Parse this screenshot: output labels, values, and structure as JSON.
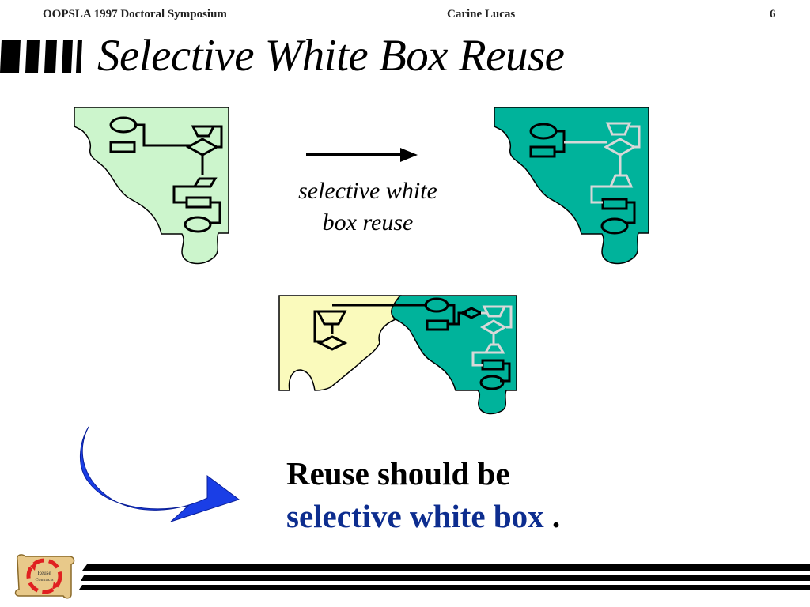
{
  "header": {
    "left": "OOPSLA 1997 Doctoral Symposium",
    "center": "Carine Lucas",
    "right": "6"
  },
  "title": "Selective White Box Reuse",
  "caption": {
    "line1": "selective white",
    "line2": "box reuse"
  },
  "statement": {
    "line1": "Reuse should be",
    "highlight": "selective white box",
    "end": "."
  },
  "logo": {
    "text_line1": "Reuse",
    "text_line2": "Contracts"
  },
  "colors": {
    "light_green": "#ccf5cc",
    "teal": "#00b39b",
    "light_yellow": "#fafabc",
    "arrow_blue": "#1a3ee6",
    "highlight_text": "#0d2d8f"
  }
}
